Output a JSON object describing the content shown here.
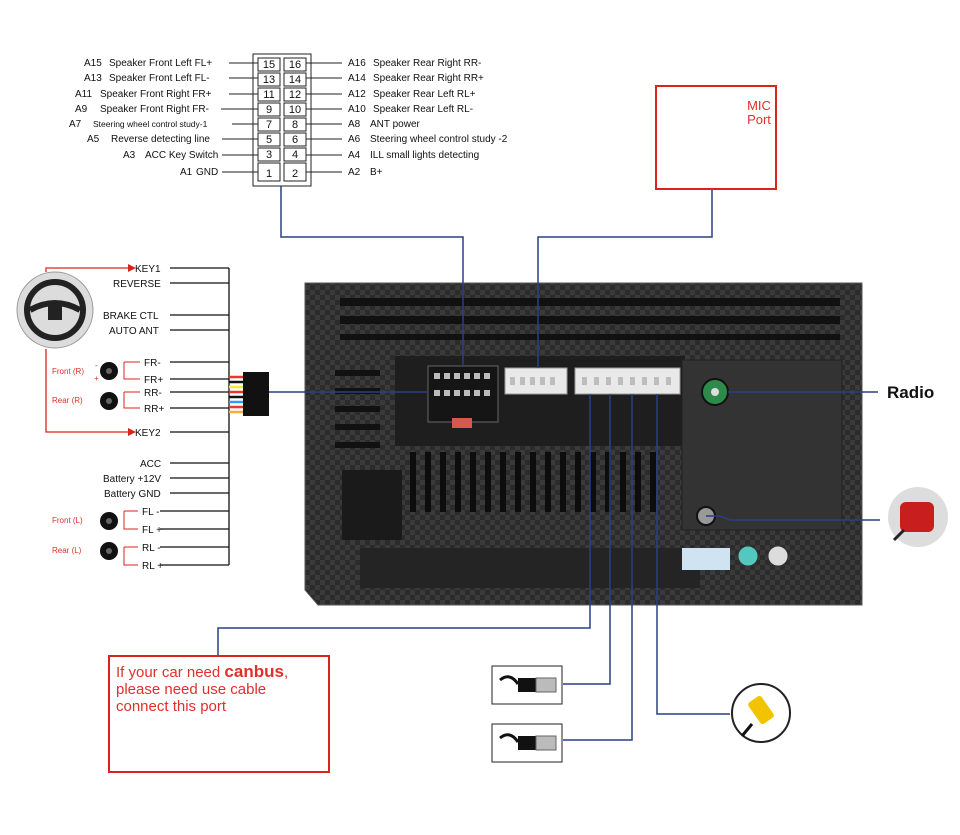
{
  "harness_pins_left": [
    {
      "id": "A15",
      "label": "Speaker Front Left FL+",
      "pin": "15"
    },
    {
      "id": "A13",
      "label": "Speaker Front Left FL-",
      "pin": "13"
    },
    {
      "id": "A11",
      "label": "Speaker Front Right FR+",
      "pin": "11"
    },
    {
      "id": "A9",
      "label": "Speaker Front Right FR-",
      "pin": "9"
    },
    {
      "id": "A7",
      "label": "Steering wheel control study-1",
      "pin": "7"
    },
    {
      "id": "A5",
      "label": "Reverse detecting line",
      "pin": "5"
    },
    {
      "id": "A3",
      "label": "ACC Key Switch",
      "pin": "3"
    },
    {
      "id": "A1",
      "label": "GND",
      "pin": "1"
    }
  ],
  "harness_pins_right": [
    {
      "id": "A16",
      "label": "Speaker Rear Right RR-",
      "pin": "16"
    },
    {
      "id": "A14",
      "label": "Speaker Rear Right RR+",
      "pin": "14"
    },
    {
      "id": "A12",
      "label": "Speaker Rear Left RL+",
      "pin": "12"
    },
    {
      "id": "A10",
      "label": "Speaker Rear Left RL-",
      "pin": "10"
    },
    {
      "id": "A8",
      "label": "ANT power",
      "pin": "8"
    },
    {
      "id": "A6",
      "label": "Steering wheel control study -2",
      "pin": "6"
    },
    {
      "id": "A4",
      "label": "ILL small lights detecting",
      "pin": "4"
    },
    {
      "id": "A2",
      "label": "B+",
      "pin": "2"
    }
  ],
  "wire_labels": {
    "key1": "KEY1",
    "reverse": "REVERSE",
    "brake": "BRAKE CTL",
    "auto_ant": "AUTO ANT",
    "fr_minus": "FR-",
    "fr_plus": "FR+",
    "rr_minus": "RR-",
    "rr_plus": "RR+",
    "key2": "KEY2",
    "acc": "ACC",
    "battery_12v": "Battery +12V",
    "battery_gnd": "Battery GND",
    "fl_minus": "FL -",
    "fl_plus": "FL +",
    "rl_minus": "RL -",
    "rl_plus": "RL +"
  },
  "speaker_labels": {
    "front_r": "Front (R)",
    "rear_r": "Rear (R)",
    "front_l": "Front (L)",
    "rear_l": "Rear (L)",
    "plus": "+",
    "minus": "-"
  },
  "radio_label": "Radio",
  "mic_label": "MIC Port",
  "canbus": {
    "line1_pre": "If your car need ",
    "line1_bold": "canbus",
    "line1_post": ",",
    "line2": "please need use cable",
    "line3": "connect this port"
  },
  "colors": {
    "wire_blue": "#2a3f86",
    "accent_red": "#e0302a",
    "unit_dark": "#2a2a2a"
  }
}
